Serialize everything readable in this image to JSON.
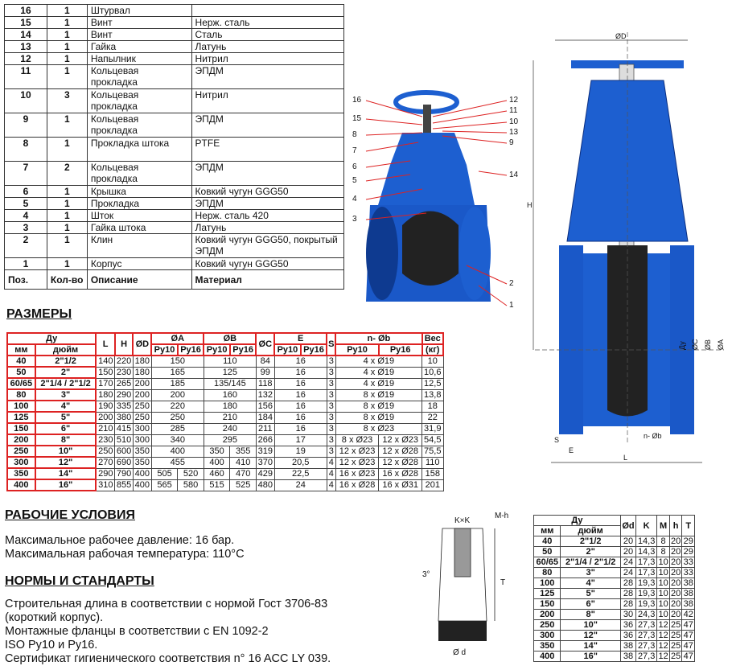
{
  "parts": {
    "rows": [
      [
        "16",
        "1",
        "Штурвал",
        ""
      ],
      [
        "15",
        "1",
        "Винт",
        "Нерж. сталь"
      ],
      [
        "14",
        "1",
        "Винт",
        "Сталь"
      ],
      [
        "13",
        "1",
        "Гайка",
        "Латунь"
      ],
      [
        "12",
        "1",
        "Напылник",
        "Нитрил"
      ],
      [
        "11",
        "1",
        "Кольцевая прокладка",
        "ЭПДМ"
      ],
      [
        "10",
        "3",
        "Кольцевая прокладка",
        "Нитрил"
      ],
      [
        "9",
        "1",
        "Кольцевая прокладка",
        "ЭПДМ"
      ],
      [
        "8",
        "1",
        "Прокладка штока",
        "PTFE"
      ],
      [
        "7",
        "2",
        "Кольцевая прокладка",
        "ЭПДМ"
      ],
      [
        "6",
        "1",
        "Крышка",
        "Ковкий чугун  GGG50"
      ],
      [
        "5",
        "1",
        "Прокладка",
        "ЭПДМ"
      ],
      [
        "4",
        "1",
        "Шток",
        "Нерж. сталь 420"
      ],
      [
        "3",
        "1",
        "Гайка штока",
        "Латунь"
      ],
      [
        "2",
        "1",
        "Клин",
        "Ковкий чугун GGG50, покрытый ЭПДМ"
      ],
      [
        "1",
        "1",
        "Корпус",
        "Ковкий чугун  GGG50"
      ]
    ],
    "header": [
      "Поз.",
      "Кол-во",
      "Описание",
      "Материал"
    ]
  },
  "dims": {
    "title": "РАЗМЕРЫ",
    "h": {
      "du": "Ду",
      "mm": "мм",
      "inch": "дюйм",
      "L": "L",
      "H": "H",
      "D": "ØD",
      "A": "ØA",
      "B": "ØB",
      "C": "ØC",
      "E": "E",
      "S": "S",
      "n": "n- Øb",
      "w": "Вес",
      "wu": "(кг)",
      "p10": "Py10",
      "p16": "Py16"
    },
    "rows": [
      [
        "40",
        "2\"1/2",
        "140",
        "220",
        "180",
        "150",
        "110",
        "84",
        "16",
        "3",
        "4 x Ø19",
        "10"
      ],
      [
        "50",
        "2\"",
        "150",
        "230",
        "180",
        "165",
        "125",
        "99",
        "16",
        "3",
        "4 x Ø19",
        "10,6"
      ],
      [
        "60/65",
        "2\"1/4 / 2\"1/2",
        "170",
        "265",
        "200",
        "185",
        "135/145",
        "118",
        "16",
        "3",
        "4 x Ø19",
        "12,5"
      ],
      [
        "80",
        "3\"",
        "180",
        "290",
        "200",
        "200",
        "160",
        "132",
        "16",
        "3",
        "8 x Ø19",
        "13,8"
      ],
      [
        "100",
        "4\"",
        "190",
        "335",
        "250",
        "220",
        "180",
        "156",
        "16",
        "3",
        "8 x Ø19",
        "18"
      ],
      [
        "125",
        "5\"",
        "200",
        "380",
        "250",
        "250",
        "210",
        "184",
        "16",
        "3",
        "8 x Ø19",
        "22"
      ],
      [
        "150",
        "6\"",
        "210",
        "415",
        "300",
        "285",
        "240",
        "211",
        "16",
        "3",
        "8 x Ø23",
        "31,9"
      ],
      [
        "200",
        "8\"",
        "230",
        "510",
        "300",
        "340",
        "295",
        "266",
        "17",
        "3",
        [
          "8 x Ø23",
          "12 x Ø23"
        ],
        "54,5"
      ],
      [
        "250",
        "10\"",
        "250",
        "600",
        "350",
        "400",
        [
          "350",
          "355"
        ],
        "319",
        "19",
        "3",
        [
          "12 x Ø23",
          "12 x Ø28"
        ],
        "75,5"
      ],
      [
        "300",
        "12\"",
        "270",
        "690",
        "350",
        "455",
        [
          "400",
          "410"
        ],
        "370",
        "20,5",
        "4",
        [
          "12 x Ø23",
          "12 x Ø28"
        ],
        "110"
      ],
      [
        "350",
        "14\"",
        "290",
        "790",
        "400",
        [
          "505",
          "520"
        ],
        [
          "460",
          "470"
        ],
        "429",
        "22,5",
        "4",
        [
          "16 x Ø23",
          "16 x Ø28"
        ],
        "158"
      ],
      [
        "400",
        "16\"",
        "310",
        "855",
        "400",
        [
          "565",
          "580"
        ],
        [
          "515",
          "525"
        ],
        "480",
        "24",
        "4",
        [
          "16 x Ø28",
          "16 x Ø31"
        ],
        "201"
      ]
    ]
  },
  "conditions": {
    "title": "РАБОЧИЕ УСЛОВИЯ",
    "lines": [
      "Максимальное рабочее давление: 16 бар.",
      "Максимальная рабочая температура: 110°C"
    ]
  },
  "standards": {
    "title": "НОРМЫ И СТАНДАРТЫ",
    "lines": [
      "Строительная длина в соответствии с нормой Гост 3706-83",
      "(короткий корпус).",
      "Монтажные фланцы в соответствии с EN 1092-2",
      "ISO Py10 и Py16.",
      "Сертификат гигиенического соответствия n° 16 ACC LY 039."
    ]
  },
  "small": {
    "h": [
      "Ду",
      "мм",
      "дюйм",
      "Ød",
      "K",
      "M",
      "h",
      "T"
    ],
    "rows": [
      [
        "40",
        "2\"1/2",
        "20",
        "14,3",
        "8",
        "20",
        "29"
      ],
      [
        "50",
        "2\"",
        "20",
        "14,3",
        "8",
        "20",
        "29"
      ],
      [
        "60/65",
        "2\"1/4 / 2\"1/2",
        "24",
        "17,3",
        "10",
        "20",
        "33"
      ],
      [
        "80",
        "3\"",
        "24",
        "17,3",
        "10",
        "20",
        "33"
      ],
      [
        "100",
        "4\"",
        "28",
        "19,3",
        "10",
        "20",
        "38"
      ],
      [
        "125",
        "5\"",
        "28",
        "19,3",
        "10",
        "20",
        "38"
      ],
      [
        "150",
        "6\"",
        "28",
        "19,3",
        "10",
        "20",
        "38"
      ],
      [
        "200",
        "8\"",
        "30",
        "24,3",
        "10",
        "20",
        "42"
      ],
      [
        "250",
        "10\"",
        "36",
        "27,3",
        "12",
        "25",
        "47"
      ],
      [
        "300",
        "12\"",
        "36",
        "27,3",
        "12",
        "25",
        "47"
      ],
      [
        "350",
        "14\"",
        "38",
        "27,3",
        "12",
        "25",
        "47"
      ],
      [
        "400",
        "16\"",
        "38",
        "27,3",
        "12",
        "25",
        "47"
      ]
    ]
  },
  "drawing": {
    "D": "ØD",
    "H": "H",
    "L": "L",
    "S": "S",
    "E": "E",
    "Du": "Ду",
    "C": "ØC",
    "B": "ØB",
    "A": "ØA",
    "nb": "n- Øb",
    "Mh": "M-h",
    "KK": "K×K",
    "T": "T",
    "d": "Ø d",
    "angle": "3°",
    "callouts_left": [
      "16",
      "15",
      "8",
      "7",
      "6",
      "5",
      "4",
      "3"
    ],
    "callouts_right": [
      "12",
      "11",
      "10",
      "13",
      "9",
      "14",
      "2",
      "1"
    ]
  },
  "colors": {
    "red": "#d22",
    "blue": "#1d5fd0"
  }
}
